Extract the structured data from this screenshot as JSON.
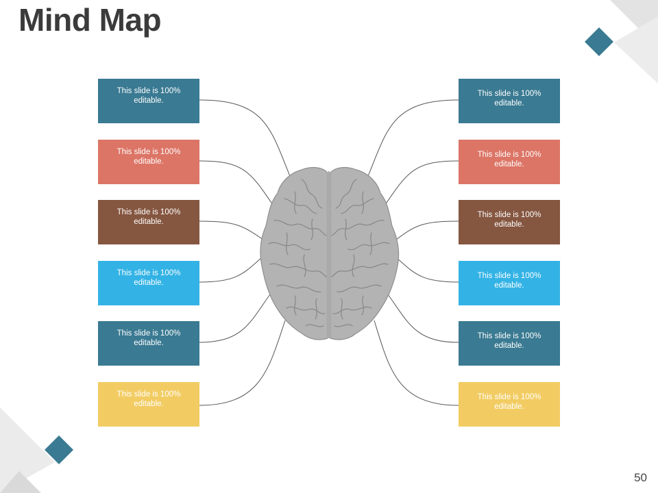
{
  "slide": {
    "title": "Mind Map",
    "page_number": "50"
  },
  "colors": {
    "teal": "#3a7a92",
    "coral": "#dc7566",
    "brown": "#855640",
    "sky": "#33b3e5",
    "yellow": "#f2cc63",
    "brain": "#b3b3b3",
    "connector": "#555555"
  },
  "left_boxes": [
    {
      "text": "This slide is 100% editable.",
      "color": "#3a7a92"
    },
    {
      "text": "This slide is 100% editable.",
      "color": "#dc7566"
    },
    {
      "text": "This slide is 100% editable.",
      "color": "#855640"
    },
    {
      "text": "This slide is 100% editable.",
      "color": "#33b3e5"
    },
    {
      "text": "This slide is 100% editable.",
      "color": "#3a7a92"
    },
    {
      "text": "This slide is 100% editable.",
      "color": "#f2cc63"
    }
  ],
  "right_boxes": [
    {
      "text": "This slide is 100% editable.",
      "color": "#3a7a92"
    },
    {
      "text": "This slide is 100% editable.",
      "color": "#dc7566"
    },
    {
      "text": "This slide is 100% editable.",
      "color": "#855640"
    },
    {
      "text": "This slide is 100% editable.",
      "color": "#33b3e5"
    },
    {
      "text": "This slide is 100% editable.",
      "color": "#3a7a92"
    },
    {
      "text": "This slide is 100% editable.",
      "color": "#f2cc63"
    }
  ],
  "icons": {
    "center": "brain-icon",
    "decor": "diamond-icon"
  }
}
